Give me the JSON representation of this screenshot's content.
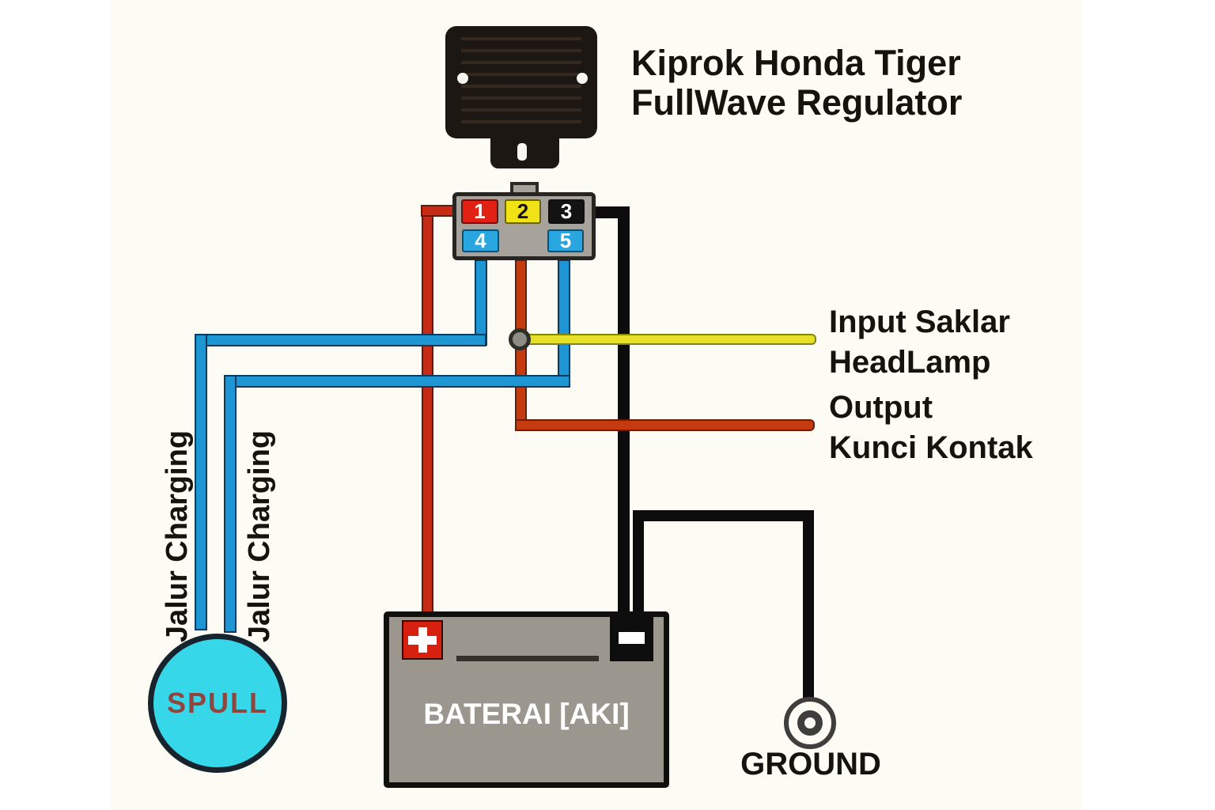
{
  "title": {
    "line1": "Kiprok Honda Tiger",
    "line2": "FullWave Regulator"
  },
  "connector": {
    "pins": [
      {
        "id": "1",
        "color": "#e02114"
      },
      {
        "id": "2",
        "color": "#f0e215"
      },
      {
        "id": "3",
        "color": "#131313"
      },
      {
        "id": "4",
        "color": "#29a6df"
      },
      {
        "id": "5",
        "color": "#29a6df"
      }
    ]
  },
  "labels": {
    "headlamp_line1": "Input Saklar",
    "headlamp_line2": "HeadLamp",
    "kontak_line1": "Output",
    "kontak_line2": "Kunci Kontak",
    "jalur_charging_left": "Jalur Charging",
    "jalur_charging_right": "Jalur Charging"
  },
  "spull": {
    "label": "SPULL",
    "fill_color": "#36d7e9",
    "text_color": "#8e463e"
  },
  "battery": {
    "label": "BATERAI [AKI]",
    "body_color": "#9c978e",
    "positive_terminal_color": "#d62110",
    "negative_terminal_color": "#0e0e0e"
  },
  "ground": {
    "label": "GROUND"
  },
  "wire_colors": {
    "charging_blue": "#1d96d3",
    "battery_positive_red": "#c62b15",
    "kunci_kontak_orange": "#c53a0f",
    "headlamp_yellow": "#e6e126",
    "ground_black": "#0c0c0c"
  }
}
